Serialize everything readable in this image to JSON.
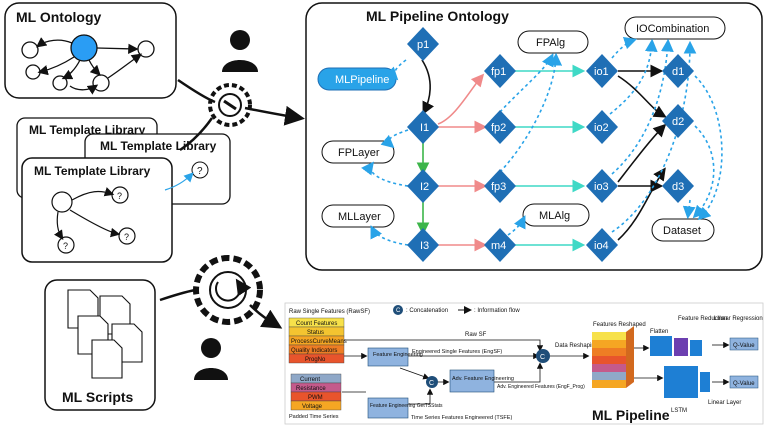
{
  "ontology_panel": {
    "title": "ML Ontology"
  },
  "template_library": {
    "cards": [
      "ML Template Library",
      "ML Template Library",
      "ML Template Library"
    ],
    "question_mark": "?"
  },
  "scripts_panel": {
    "title": "ML Scripts"
  },
  "pipeline_ontology": {
    "title": "ML Pipeline Ontology",
    "diamonds": [
      "p1",
      "I1",
      "I2",
      "I3",
      "fp1",
      "fp2",
      "fp3",
      "m4",
      "io1",
      "io2",
      "io3",
      "io4",
      "d1",
      "d2",
      "d3"
    ],
    "classes": [
      "MLPipeline",
      "FPLayer",
      "MLLayer",
      "FPAlg",
      "MLAlg",
      "IOCombination",
      "Dataset"
    ]
  },
  "pipeline_figure": {
    "title": "ML Pipeline",
    "legend_concat": ": Concatenation",
    "legend_info": ": Information flow",
    "raw_features_title": "Raw Single Features (RawSF)",
    "raw_features": [
      "Count Features",
      "Status",
      "ProcessCurveMeans",
      "Quality Indicators",
      "ProgNo"
    ],
    "padded_ts": [
      "Current",
      "Resistance",
      "PWM",
      "Voltage"
    ],
    "padded_ts_label": "Padded Time Series",
    "raw_sf_label": "Raw SF",
    "feat_eng": "Feature Engineering",
    "engsf_label": "Engineered Single Features (EngSF)",
    "adv_feat": "Adv. Feature Engineering",
    "adv_eng_label": "Adv. Engineered Features (EngF_Prog)",
    "ts_feat_eng": "Feature Engineering GetTSStats",
    "tsfe_label": "Time Series Features Engineered (TSFE)",
    "data_reshaping": "Data Reshaping",
    "features_reshaped": "Features Reshaped",
    "flatten": "Flatten",
    "feature_reduction": "Feature Reduction",
    "linear_regression": "Linear Regression",
    "lstm": "LSTM",
    "linear_layer": "Linear Layer",
    "q_value": "Q-Value",
    "c_symbol": "C"
  },
  "colors": {
    "diamond_blue": "#1f6fb5",
    "mlpipeline_fill": "#29a3e8",
    "teal_arrow": "#3fd9c6",
    "pink_arrow": "#f08a8a",
    "green_arrow": "#3cb54a",
    "dashed_blue": "#29a3e8"
  }
}
